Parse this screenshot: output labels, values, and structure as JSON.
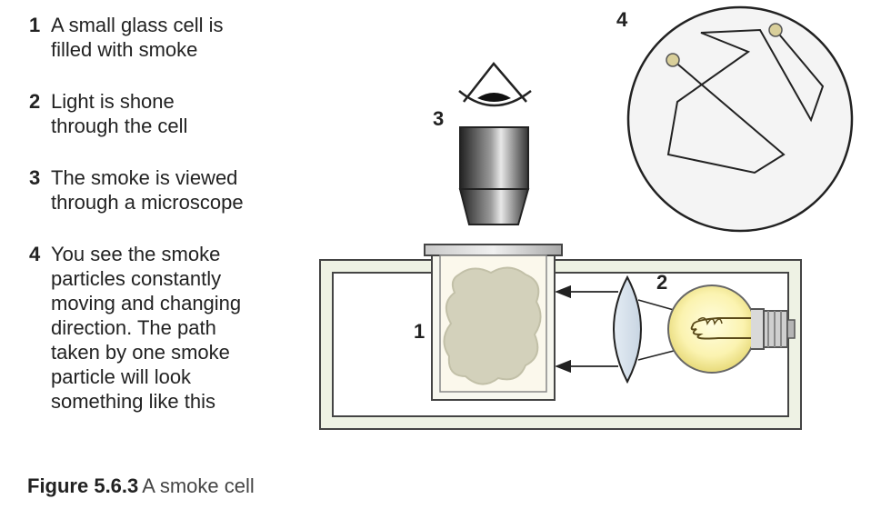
{
  "steps": [
    {
      "num": "1",
      "text": "A small glass cell is\nfilled with smoke"
    },
    {
      "num": "2",
      "text": "Light is shone\nthrough the cell"
    },
    {
      "num": "3",
      "text": "The smoke is viewed\nthrough a microscope"
    },
    {
      "num": "4",
      "text": "You see the smoke\nparticles constantly\nmoving and changing\ndirection. The path\ntaken by one smoke\nparticle will look\nsomething like this"
    }
  ],
  "caption": {
    "figure": "Figure 5.6.3",
    "text": "A smoke cell"
  },
  "diagram_labels": {
    "cell": "1",
    "light": "2",
    "microscope": "3",
    "view": "4"
  }
}
